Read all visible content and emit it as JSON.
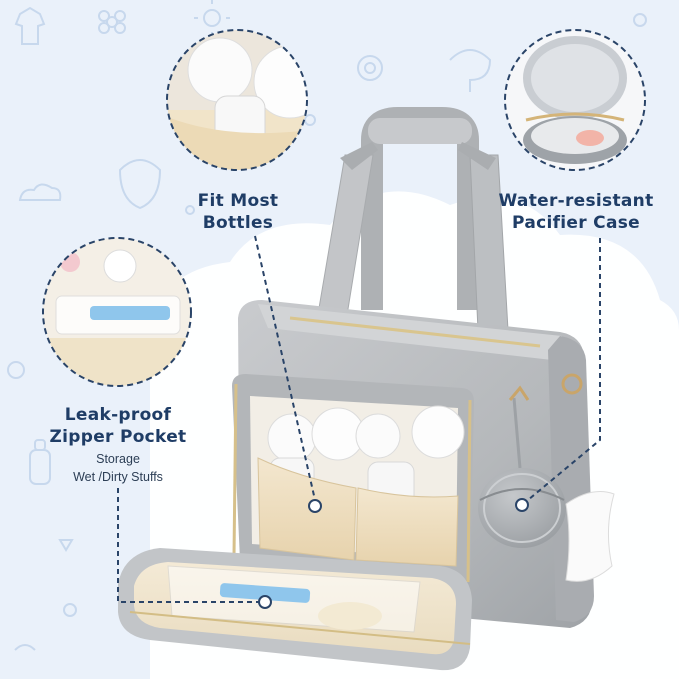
{
  "callouts": {
    "bottles": {
      "line1": "Fit Most",
      "line2": "Bottles"
    },
    "pacifier": {
      "line1": "Water-resistant",
      "line2": "Pacifier Case"
    },
    "pocket": {
      "line1": "Leak-proof",
      "line2": "Zipper Pocket",
      "sub1": "Storage",
      "sub2": "Wet /Dirty Stuffs"
    }
  },
  "icons": [
    "bottle-icon",
    "bib-icon",
    "pacifier-icon",
    "onesie-icon",
    "elephant-icon",
    "flower-icon",
    "sun-icon",
    "cloud-icon"
  ],
  "colors": {
    "background": "#eaf1fa",
    "cloud": "#ffffff",
    "bag_gray": "#b9bcbf",
    "bag_lining": "#f0e2c6",
    "text_navy": "#1f3d66",
    "circle_border": "#2a4468"
  }
}
